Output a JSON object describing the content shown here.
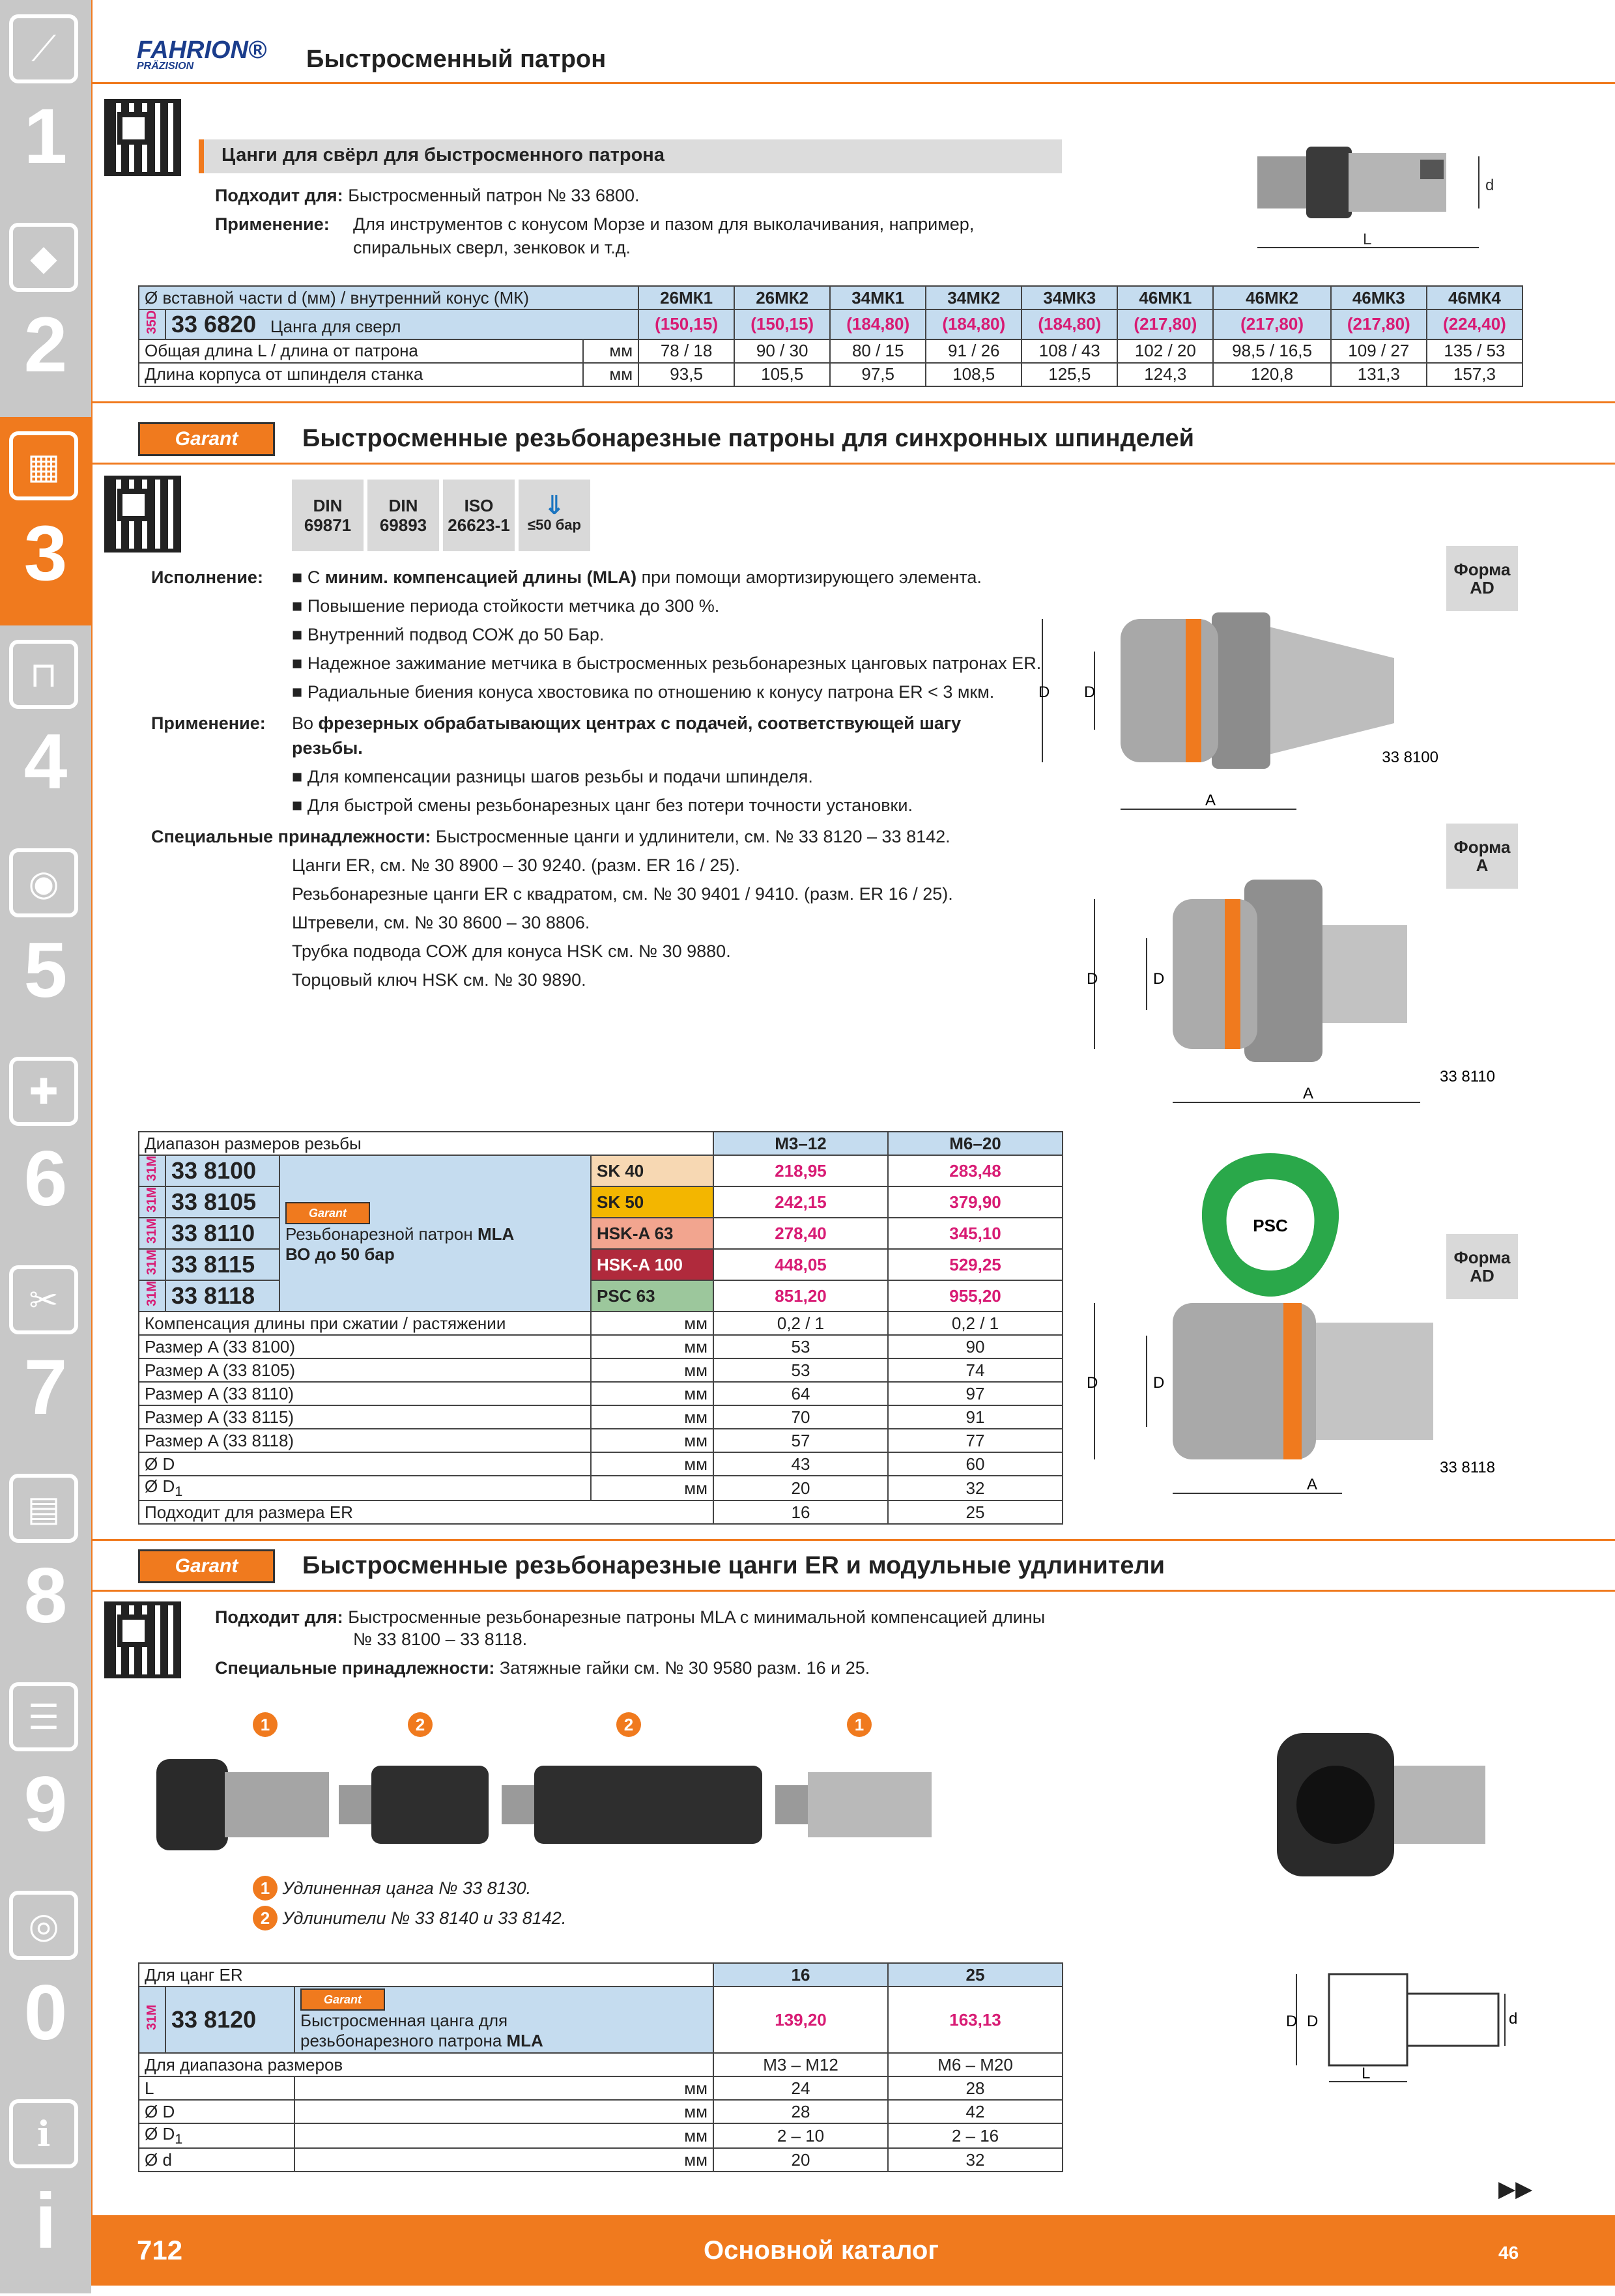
{
  "sidebar": [
    {
      "num": "1",
      "icon": "drill-icon"
    },
    {
      "num": "2",
      "icon": "insert-icon"
    },
    {
      "num": "3",
      "icon": "chuck-icon",
      "active": true
    },
    {
      "num": "4",
      "icon": "caliper-icon"
    },
    {
      "num": "5",
      "icon": "grinding-disc-icon"
    },
    {
      "num": "6",
      "icon": "wrench-icon"
    },
    {
      "num": "7",
      "icon": "pliers-icon"
    },
    {
      "num": "8",
      "icon": "toolbox-icon"
    },
    {
      "num": "9",
      "icon": "cabinet-icon"
    },
    {
      "num": "0",
      "icon": "safety-glasses-icon"
    },
    {
      "num": "i",
      "icon": "info-icon"
    }
  ],
  "header": {
    "brand": "FAHRION",
    "brand_sub": "PRÄZISION",
    "title": "Быстросменный патрон"
  },
  "s1": {
    "band_title": "Цанги для свёрл для быстросменного патрона",
    "fits_label": "Подходит для:",
    "fits_text": "Быстросменный патрон № 33 6800.",
    "use_label": "Применение:",
    "use_text1": "Для инструментов с конусом Морзе и пазом для выколачивания, например,",
    "use_text2": "спиральных сверл, зенковок и т.д.",
    "dim_d": "d",
    "dim_L": "L",
    "table": {
      "head": "Ø вставной части d (мм) / внутренний конус (МК)",
      "cols": [
        "26МК1",
        "26МК2",
        "34МК1",
        "34МК2",
        "34МК3",
        "46МК1",
        "46МК2",
        "46МК3",
        "46МК4"
      ],
      "tag": "35D",
      "art": "33 6820",
      "name": "Цанга для сверл",
      "prices": [
        "(150,15)",
        "(150,15)",
        "(184,80)",
        "(184,80)",
        "(184,80)",
        "(217,80)",
        "(217,80)",
        "(217,80)",
        "(224,40)"
      ],
      "row1_label": "Общая длина L / длина от патрона",
      "unit": "мм",
      "row1": [
        "78 / 18",
        "90 / 30",
        "80 / 15",
        "91 / 26",
        "108 / 43",
        "102 / 20",
        "98,5 / 16,5",
        "109 / 27",
        "135 / 53"
      ],
      "row2_label": "Длина корпуса от шпинделя станка",
      "row2": [
        "93,5",
        "105,5",
        "97,5",
        "108,5",
        "125,5",
        "124,3",
        "120,8",
        "131,3",
        "157,3"
      ]
    }
  },
  "s2": {
    "logo": "Garant",
    "title": "Быстросменные резьбонарезные патроны для синхронных шпинделей",
    "badges": [
      "DIN 69871",
      "DIN 69893",
      "ISO 26623-1"
    ],
    "pressure": "≤50 бар",
    "exec_label": "Исполнение:",
    "exec1_a": "С ",
    "exec1_b": "миним. компенсацией длины (MLA)",
    "exec1_c": " при помощи амортизирующего элемента.",
    "exec2": "Повышение периода стойкости метчика до 300 %.",
    "exec3": "Внутренний подвод СОЖ до 50 Бар.",
    "exec4": "Надежное зажимание метчика в быстросменных резьбонарезных цанговых патронах ER.",
    "exec5": "Радиальные биения конуса хвостовика по отношению к конусу патрона ER < 3 мкм.",
    "use_label": "Применение:",
    "use_a": "Во ",
    "use_b": "фрезерных обрабатывающих центрах с подачей, соответствующей шагу",
    "use_c": "резьбы.",
    "use2": "Для компенсации разницы шагов резьбы и подачи шпинделя.",
    "use3": "Для быстрой смены резьбонарезных цанг без потери точности установки.",
    "acc_label": "Специальные принадлежности:",
    "acc1": "Быстросменные цанги и удлинители, см. № 33 8120 – 33 8142.",
    "acc2": "Цанги ER, см. № 30 8900 – 30 9240. (разм. ER 16 / 25).",
    "acc3": "Резьбонарезные цанги ER с квадратом, см. № 30 9401 / 9410. (разм. ER 16 / 25).",
    "acc4": "Штревели, см. № 30 8600 – 30 8806.",
    "acc5": "Трубка подвода СОЖ для конуса HSK см. № 30 9880.",
    "acc6": "Торцовый ключ HSK см. № 30 9890.",
    "forma1": "Форма AD",
    "forma2": "Форма A",
    "forma3": "Форма AD",
    "img_ref1": "33 8100",
    "img_ref2": "33 8110",
    "img_ref3": "33 8118",
    "psc": "PSC",
    "dim_D": "D",
    "dim_D1": "D",
    "dim_A": "A",
    "table": {
      "head": "Диапазон размеров резьбы",
      "cols": [
        "М3–12",
        "М6–20"
      ],
      "tag": "31M",
      "rows": [
        {
          "art": "33 8100",
          "type": "SK 40",
          "p": [
            "218,95",
            "283,48"
          ]
        },
        {
          "art": "33 8105",
          "type": "SK 50",
          "p": [
            "242,15",
            "379,90"
          ]
        },
        {
          "art": "33 8110",
          "type": "HSK-A 63",
          "p": [
            "278,40",
            "345,10"
          ]
        },
        {
          "art": "33 8115",
          "type": "HSK-A 100",
          "p": [
            "448,05",
            "529,25"
          ]
        },
        {
          "art": "33 8118",
          "type": "PSC 63",
          "p": [
            "851,20",
            "955,20"
          ]
        }
      ],
      "logo": "Garant",
      "name1_a": "Резьбонарезной патрон ",
      "name1_b": "MLA",
      "name2": "ВО до 50 бар",
      "unit": "мм",
      "specs": [
        {
          "l": "Компенсация длины при сжатии / растяжении",
          "u": "мм",
          "v": [
            "0,2 / 1",
            "0,2 / 1"
          ]
        },
        {
          "l": "Размер A (33 8100)",
          "u": "мм",
          "v": [
            "53",
            "90"
          ]
        },
        {
          "l": "Размер A (33 8105)",
          "u": "мм",
          "v": [
            "53",
            "74"
          ]
        },
        {
          "l": "Размер A (33 8110)",
          "u": "мм",
          "v": [
            "64",
            "97"
          ]
        },
        {
          "l": "Размер A (33 8115)",
          "u": "мм",
          "v": [
            "70",
            "91"
          ]
        },
        {
          "l": "Размер A (33 8118)",
          "u": "мм",
          "v": [
            "57",
            "77"
          ]
        },
        {
          "l": "Ø D",
          "u": "мм",
          "v": [
            "43",
            "60"
          ]
        },
        {
          "l": "Ø D",
          "u": "мм",
          "v": [
            "20",
            "32"
          ]
        }
      ],
      "fits_label": "Подходит для размера ER",
      "fits": [
        "16",
        "25"
      ]
    }
  },
  "s3": {
    "logo": "Garant",
    "title": "Быстросменные резьбонарезные цанги ER и модульные удлинители",
    "fits_label": "Подходит для:",
    "fits1": "Быстросменные резьбонарезные патроны MLA с минимальной компенсацией длины",
    "fits2": "№ 33 8100 – 33 8118.",
    "acc_label": "Специальные принадлежности:",
    "acc": "Затяжные гайки см. № 30 9580 разм. 16 и 25.",
    "callouts": [
      "1",
      "2",
      "2",
      "1"
    ],
    "legend1": "Удлиненная цанга № 33 8130.",
    "legend2": "Удлинители № 33 8140 и 33 8142.",
    "dim_D": "D",
    "dim_D1": "D",
    "dim_d": "d",
    "dim_L": "L",
    "table": {
      "head": "Для цанг ER",
      "cols": [
        "16",
        "25"
      ],
      "tag": "31M",
      "art": "33 8120",
      "logo": "Garant",
      "name1": "Быстросменная цанга для",
      "name2_a": "резьбонарезного патрона ",
      "name2_b": "MLA",
      "p": [
        "139,20",
        "163,13"
      ],
      "range_label": "Для диапазона размеров",
      "range": [
        "М3 – М12",
        "М6 – М20"
      ],
      "specs": [
        {
          "l": "L",
          "u": "мм",
          "v": [
            "24",
            "28"
          ]
        },
        {
          "l": "Ø D",
          "u": "мм",
          "v": [
            "28",
            "42"
          ]
        },
        {
          "l": "Ø D",
          "u": "мм",
          "v": [
            "2 – 10",
            "2 – 16"
          ]
        },
        {
          "l": "Ø d",
          "u": "мм",
          "v": [
            "20",
            "32"
          ]
        }
      ]
    },
    "next": "▶▶"
  },
  "footer": {
    "page": "712",
    "title": "Основной каталог",
    "num": "46"
  }
}
